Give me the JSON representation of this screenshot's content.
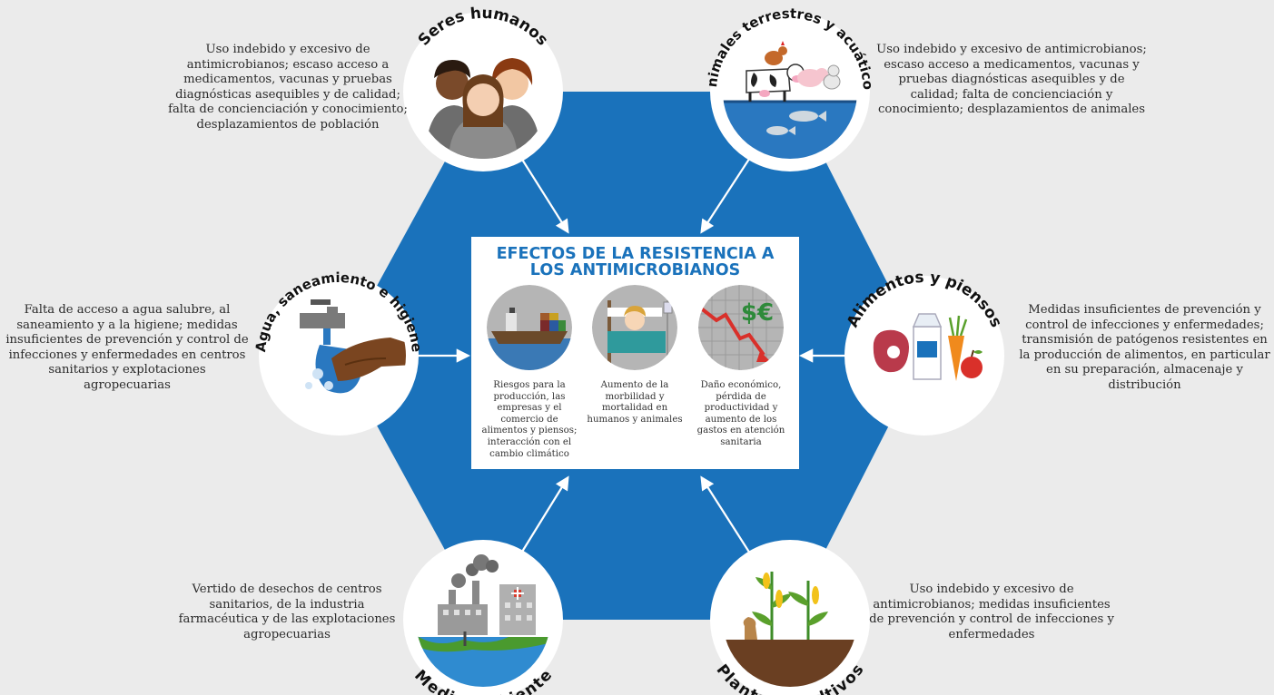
{
  "center": {
    "title_line1": "EFECTOS DE LA RESISTENCIA A",
    "title_line2": "LOS ANTIMICROBIANOS",
    "effects": [
      {
        "caption": "Riesgos para la producción, las empresas y el comercio de alimentos y piensos; interacción con el cambio climático",
        "icon": "cargo-ship-icon"
      },
      {
        "caption": "Aumento de la morbilidad y mortalidad en humanos y animales",
        "icon": "sick-patient-icon"
      },
      {
        "caption": "Daño económico, pérdida de productividad y aumento de los gastos en atención sanitaria",
        "icon": "economic-decline-icon"
      }
    ],
    "currency_symbols": "$€"
  },
  "sectors": [
    {
      "key": "humans",
      "label": "Seres humanos",
      "icon": "people-icon",
      "description": "Uso indebido y excesivo de antimicrobianos; escaso acceso a medicamentos, vacunas y pruebas diagnósticas asequibles y de calidad; falta de concienciación y conocimiento; desplazamientos de población"
    },
    {
      "key": "animals",
      "label": "Animales terrestres y acuáticos",
      "icon": "animals-icon",
      "description": "Uso indebido y excesivo de antimicrobianos; escaso acceso a medicamentos, vacunas y pruebas diagnósticas asequibles y de calidad; falta de concienciación y conocimiento; desplazamientos de animales"
    },
    {
      "key": "food",
      "label": "Alimentos y piensos",
      "icon": "food-icon",
      "description": "Medidas insuficientes de prevención y control de infecciones y enfermedades; transmisión de patógenos resistentes en la producción de alimentos, en particular en su preparación, almacenaje y distribución"
    },
    {
      "key": "plants",
      "label": "Plantas y cultivos",
      "icon": "crops-icon",
      "description": "Uso indebido y excesivo de antimicrobianos; medidas insuficientes de prevención y control de infecciones y enfermedades"
    },
    {
      "key": "environment",
      "label": "Medio ambiente",
      "icon": "factory-icon",
      "description": "Vertido de desechos de centros sanitarios, de la industria farmacéutica y de las explotaciones agropecuarias"
    },
    {
      "key": "water",
      "label": "Agua, saneamiento e higiene",
      "icon": "handwashing-icon",
      "description": "Falta de acceso a agua salubre, al saneamiento y a la higiene; medidas insuficientes de prevención y control de infecciones y enfermedades en centros sanitarios y explotaciones agropecuarias"
    }
  ],
  "colors": {
    "hexagon": "#1a72bb",
    "background": "#ebebeb",
    "title": "#1a72bb",
    "label": "#111111"
  }
}
